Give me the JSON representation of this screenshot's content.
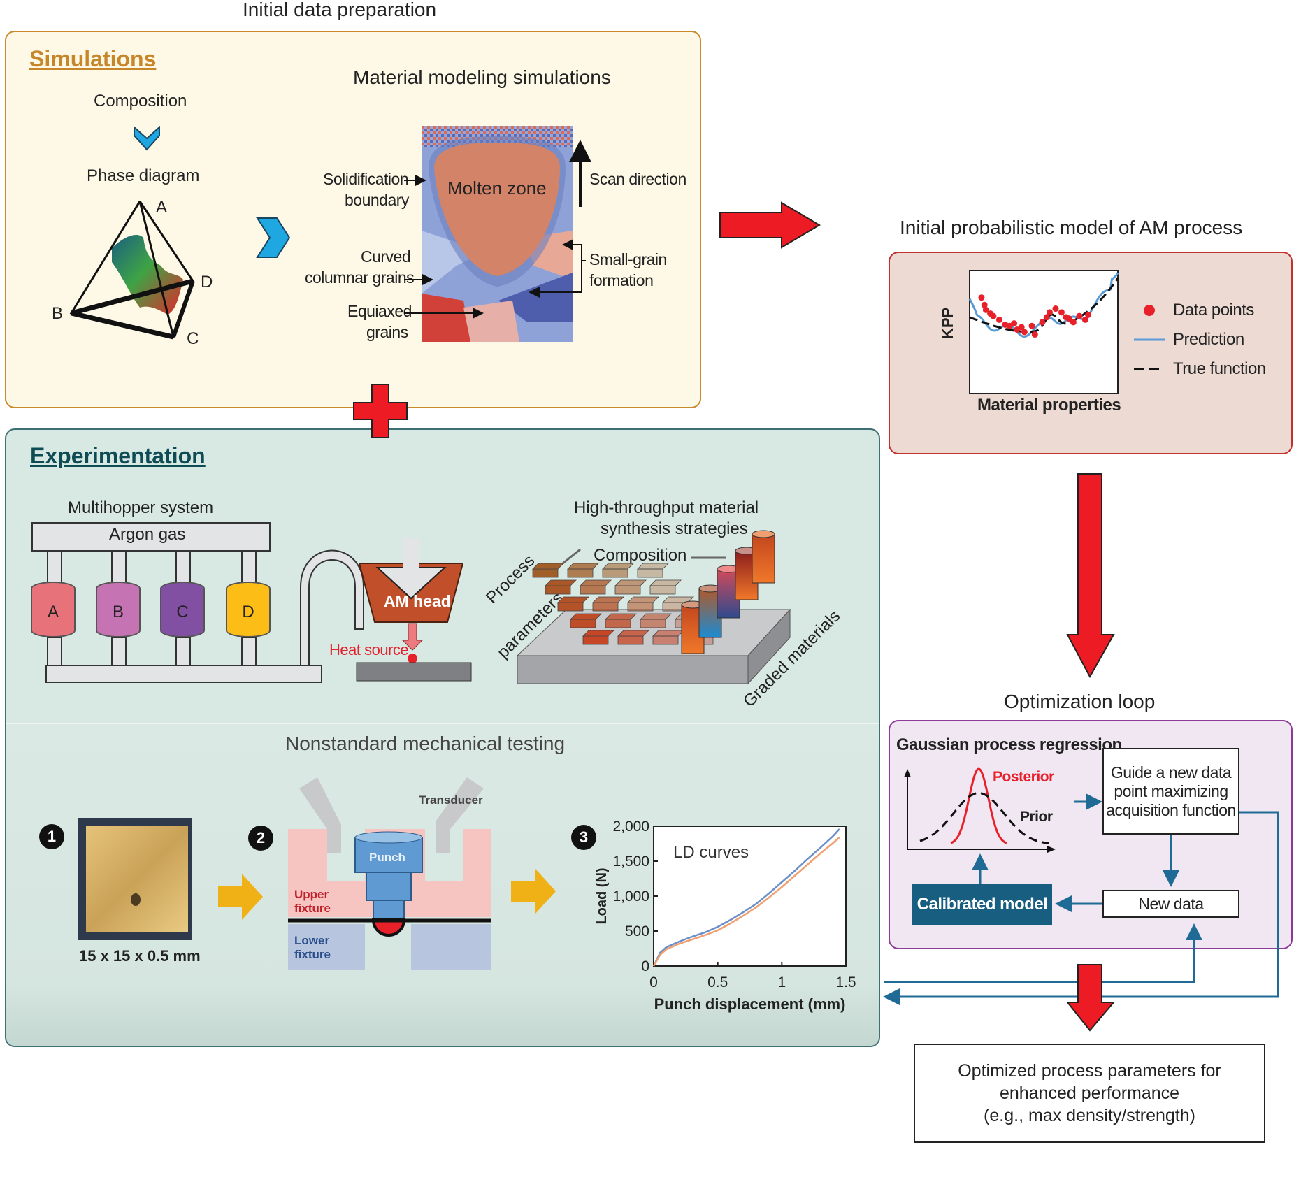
{
  "header": {
    "title": "Initial data preparation"
  },
  "simulations": {
    "title": "Simulations",
    "composition": "Composition",
    "phase_diagram": "Phase diagram",
    "vertices": [
      "A",
      "B",
      "C",
      "D"
    ],
    "material_modeling_title": "Material modeling simulations",
    "molten_zone": "Molten zone",
    "labels": {
      "solidification_1": "Solidification",
      "solidification_2": "boundary",
      "curved_1": "Curved",
      "curved_2": "columnar grains",
      "equiaxed_1": "Equiaxed",
      "equiaxed_2": "grains",
      "scan_direction": "Scan direction",
      "small_grain_1": "Small-grain",
      "small_grain_2": "formation"
    }
  },
  "experimentation": {
    "title": "Experimentation",
    "multihopper": "Multihopper system",
    "argon_gas": "Argon gas",
    "hoppers": [
      {
        "label": "A",
        "color": "#e8727a"
      },
      {
        "label": "B",
        "color": "#c673b4"
      },
      {
        "label": "C",
        "color": "#8150a2"
      },
      {
        "label": "D",
        "color": "#fbbd16"
      }
    ],
    "am_head": "AM head",
    "heat_source": "Heat source",
    "htp_title_1": "High-throughput material",
    "htp_title_2": "synthesis strategies",
    "htp_composition": "Composition",
    "process_1": "Process",
    "process_2": "parameters",
    "graded_materials": "Graded materials",
    "testing_title": "Nonstandard mechanical testing",
    "steps": [
      "1",
      "2",
      "3"
    ],
    "specimen_size": "15 x 15 x 0.5 mm",
    "transducer": "Transducer",
    "punch": "Punch",
    "upper_fixture_1": "Upper",
    "upper_fixture_2": "fixture",
    "lower_fixture_1": "Lower",
    "lower_fixture_2": "fixture"
  },
  "initial_model": {
    "title": "Initial probabilistic model of AM process",
    "ylabel": "KPP",
    "xlabel": "Material properties",
    "legend": [
      "Data points",
      "Prediction",
      "True function"
    ]
  },
  "optimization": {
    "title": "Optimization loop",
    "gpr_title": "Gaussian process regression",
    "posterior": "Posterior",
    "prior": "Prior",
    "guide_1": "Guide a new data",
    "guide_2": "point maximizing",
    "guide_3": "acquisition function",
    "new_data": "New data",
    "calibrated_model": "Calibrated model"
  },
  "result": {
    "line1": "Optimized process parameters for",
    "line2": "enhanced performance",
    "line3": "(e.g., max density/strength)"
  },
  "colors": {
    "arrow_red": "#ed1c24",
    "loop_blue": "#1f6b96",
    "calibrated_bg": "#175e80",
    "chevron_blue": "#1ea7e1",
    "yellow_arrow": "#efb115"
  },
  "chart_data": [
    {
      "type": "scatter",
      "title": "",
      "xlabel": "Material properties",
      "ylabel": "KPP",
      "legend": [
        "Data points",
        "Prediction",
        "True function"
      ],
      "legend_position": "right",
      "x": [
        0.08,
        0.1,
        0.11,
        0.14,
        0.16,
        0.2,
        0.24,
        0.27,
        0.3,
        0.32,
        0.35,
        0.37,
        0.42,
        0.44,
        0.49,
        0.52,
        0.54,
        0.58,
        0.62,
        0.65,
        0.67,
        0.7,
        0.74,
        0.78,
        0.8
      ],
      "y": [
        0.78,
        0.72,
        0.68,
        0.65,
        0.63,
        0.6,
        0.56,
        0.55,
        0.57,
        0.52,
        0.54,
        0.5,
        0.55,
        0.48,
        0.58,
        0.62,
        0.66,
        0.69,
        0.66,
        0.62,
        0.61,
        0.58,
        0.63,
        0.6,
        0.64
      ],
      "grid": false
    },
    {
      "type": "line",
      "title": "LD curves",
      "xlabel": "Punch displacement (mm)",
      "ylabel": "Load (N)",
      "xlim": [
        0,
        1.5
      ],
      "ylim": [
        0,
        2000
      ],
      "xticks": [
        "0",
        "0.5",
        "1",
        "1.5"
      ],
      "yticks": [
        "0",
        "500",
        "1,000",
        "1,500",
        "2,000"
      ],
      "x": [
        0,
        0.05,
        0.1,
        0.2,
        0.3,
        0.4,
        0.5,
        0.6,
        0.7,
        0.8,
        0.9,
        1.0,
        1.1,
        1.2,
        1.3,
        1.4,
        1.45
      ],
      "series": [
        {
          "name": "blue",
          "color": "#6a8fc9",
          "values": [
            0,
            190,
            270,
            350,
            420,
            480,
            560,
            660,
            770,
            890,
            1040,
            1200,
            1360,
            1530,
            1690,
            1860,
            1960
          ]
        },
        {
          "name": "orange",
          "color": "#f0a070",
          "values": [
            0,
            160,
            240,
            320,
            380,
            440,
            510,
            610,
            720,
            840,
            980,
            1130,
            1290,
            1450,
            1610,
            1760,
            1840
          ]
        }
      ]
    },
    {
      "type": "line",
      "title": "Gaussian process regression",
      "legend": [
        "Posterior",
        "Prior"
      ],
      "series": [
        {
          "name": "Posterior",
          "color": "#e8202a",
          "mean": 0.5,
          "std": 0.07,
          "peak": 1.0
        },
        {
          "name": "Prior",
          "color": "#111111",
          "mean": 0.5,
          "std": 0.18,
          "peak": 0.68
        }
      ]
    }
  ]
}
